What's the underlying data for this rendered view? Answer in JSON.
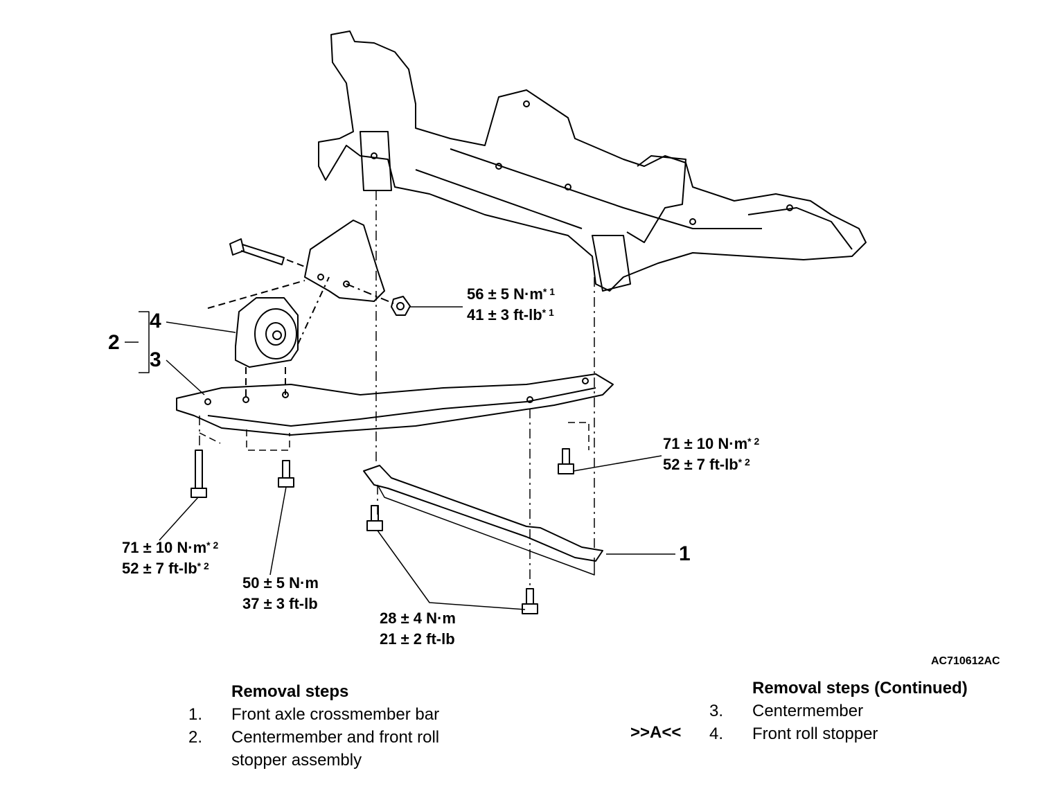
{
  "figure": {
    "callouts": {
      "c1": "1",
      "c2": "2",
      "c3": "3",
      "c4": "4"
    },
    "torques": {
      "t_roll_nut": {
        "nm": "56 ± 5 N·m",
        "nm_note": "* 1",
        "ft": "41 ± 3 ft-lb",
        "ft_note": "* 1"
      },
      "t_center_right": {
        "nm": "71 ± 10 N·m",
        "nm_note": "* 2",
        "ft": "52 ± 7 ft-lb",
        "ft_note": "* 2"
      },
      "t_center_left": {
        "nm": "71 ± 10 N·m",
        "nm_note": "* 2",
        "ft": "52 ± 7 ft-lb",
        "ft_note": "* 2"
      },
      "t_stopper": {
        "nm": "50 ± 5 N·m",
        "ft": "37 ± 3 ft-lb"
      },
      "t_bar": {
        "nm": "28 ± 4 N·m",
        "ft": "21 ± 2 ft-lb"
      }
    },
    "code": "AC710612AC"
  },
  "steps": {
    "left_title": "Removal steps",
    "left": [
      {
        "num": "1.",
        "text": "Front axle crossmember bar"
      },
      {
        "num": "2.",
        "text": "Centermember and front roll"
      },
      {
        "num": "",
        "text": "stopper assembly"
      }
    ],
    "right_title": "Removal steps (Continued)",
    "right": [
      {
        "num": "3.",
        "text": "Centermember"
      },
      {
        "num": "4.",
        "text": "Front roll stopper"
      }
    ],
    "marker": ">>A<<"
  }
}
